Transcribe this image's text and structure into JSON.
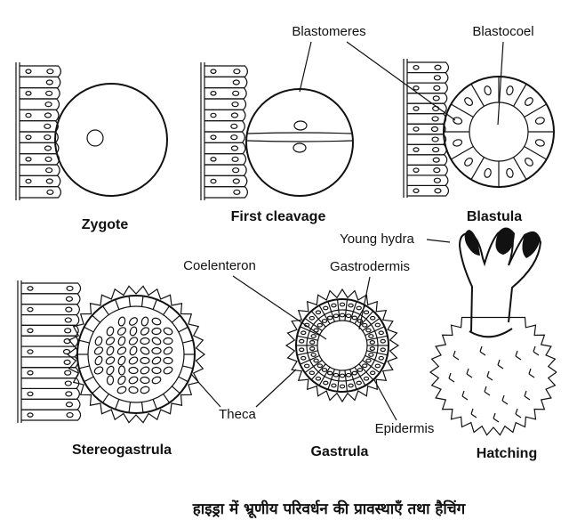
{
  "labels": {
    "blastomeres": "Blastomeres",
    "blastocoel": "Blastocoel",
    "young_hydra": "Young hydra",
    "coelenteron": "Coelenteron",
    "gastrodermis": "Gastrodermis",
    "theca": "Theca",
    "epidermis": "Epidermis"
  },
  "stages": {
    "zygote": "Zygote",
    "first_cleavage": "First cleavage",
    "blastula": "Blastula",
    "stereogastrula": "Stereogastrula",
    "gastrula": "Gastrula",
    "hatching": "Hatching"
  },
  "caption": "हाइड्रा में भ्रूणीय परिवर्धन की प्रावस्थाएँ तथा हैचिंग"
}
